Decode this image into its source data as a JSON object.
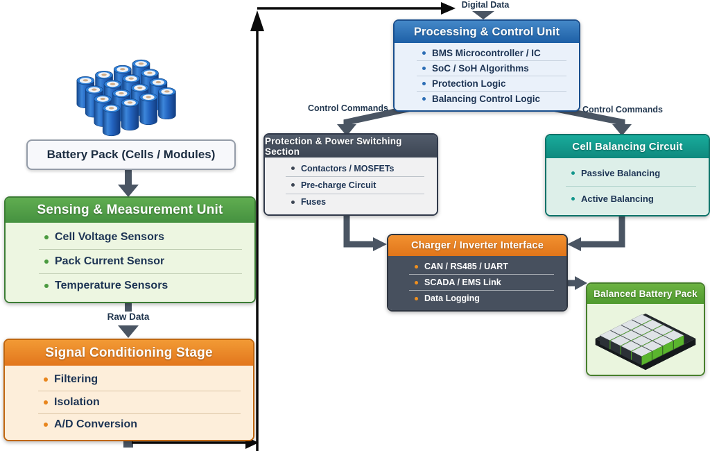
{
  "boxes": {
    "processing_control_unit": {
      "title": "Processing & Control Unit",
      "items": [
        "BMS Microcontroller / IC",
        "SoC / SoH Algorithms",
        "Protection Logic",
        "Balancing Control Logic"
      ]
    },
    "protection_power_switching": {
      "title": "Protection & Power Switching Section",
      "items": [
        "Contactors / MOSFETs",
        "Pre-charge Circuit",
        "Fuses"
      ]
    },
    "cell_balancing_circuit": {
      "title": "Cell Balancing Circuit",
      "items": [
        "Passive Balancing",
        "Active Balancing"
      ]
    },
    "charger_inverter_interface": {
      "title": "Charger / Inverter Interface",
      "items": [
        "CAN / RS485 / UART",
        "SCADA / EMS Link",
        "Data Logging"
      ]
    },
    "sensing_measurement_unit": {
      "title": "Sensing & Measurement Unit",
      "items": [
        "Cell Voltage Sensors",
        "Pack Current Sensor",
        "Temperature Sensors"
      ]
    },
    "signal_conditioning_stage": {
      "title": "Signal Conditioning Stage",
      "items": [
        "Filtering",
        "Isolation",
        "A/D Conversion"
      ]
    },
    "battery_pack": {
      "label": "Battery Pack (Cells / Modules)"
    },
    "balanced_battery_pack": {
      "title": "Balanced Battery Pack"
    }
  },
  "edge_labels": {
    "digital_data": "Digital Data",
    "control_commands_left": "Control Commands",
    "control_commands_right": "Control Commands",
    "raw_data": "Raw Data"
  },
  "colors": {
    "processing_header": "#2b6db5",
    "protection_header": "#454e5c",
    "balancing_header": "#11968a",
    "charger_header": "#e8821f",
    "charger_body": "#47505e",
    "sensing_header": "#4f9d44",
    "signal_header": "#e8821f",
    "balanced_pack_header": "#58a335",
    "connector_grey": "#4a5563",
    "connector_black": "#0b0b0b",
    "cell_blue": "#2468cc",
    "module_green": "#5ab52e"
  }
}
